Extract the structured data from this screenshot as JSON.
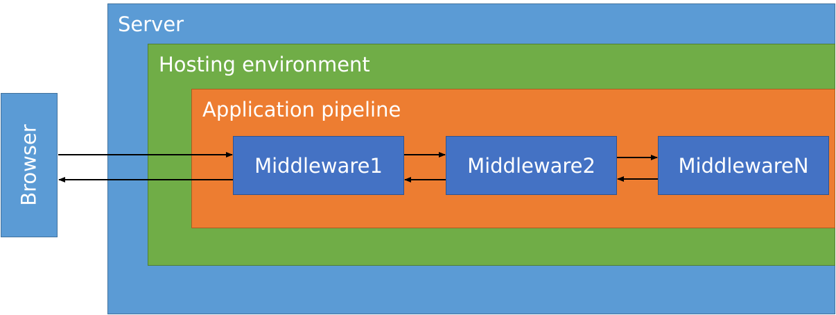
{
  "server": {
    "label": "Server"
  },
  "hosting": {
    "label": "Hosting environment"
  },
  "pipeline": {
    "label": "Application pipeline"
  },
  "browser": {
    "label": "Browser"
  },
  "middleware": [
    {
      "label": "Middleware1"
    },
    {
      "label": "Middleware2"
    },
    {
      "label": "MiddlewareN"
    }
  ],
  "colors": {
    "server": "#5b9bd5",
    "hosting": "#70ad47",
    "pipeline": "#ed7d31",
    "middleware": "#4472c4",
    "browser": "#5b9bd5",
    "arrow": "#000000"
  }
}
